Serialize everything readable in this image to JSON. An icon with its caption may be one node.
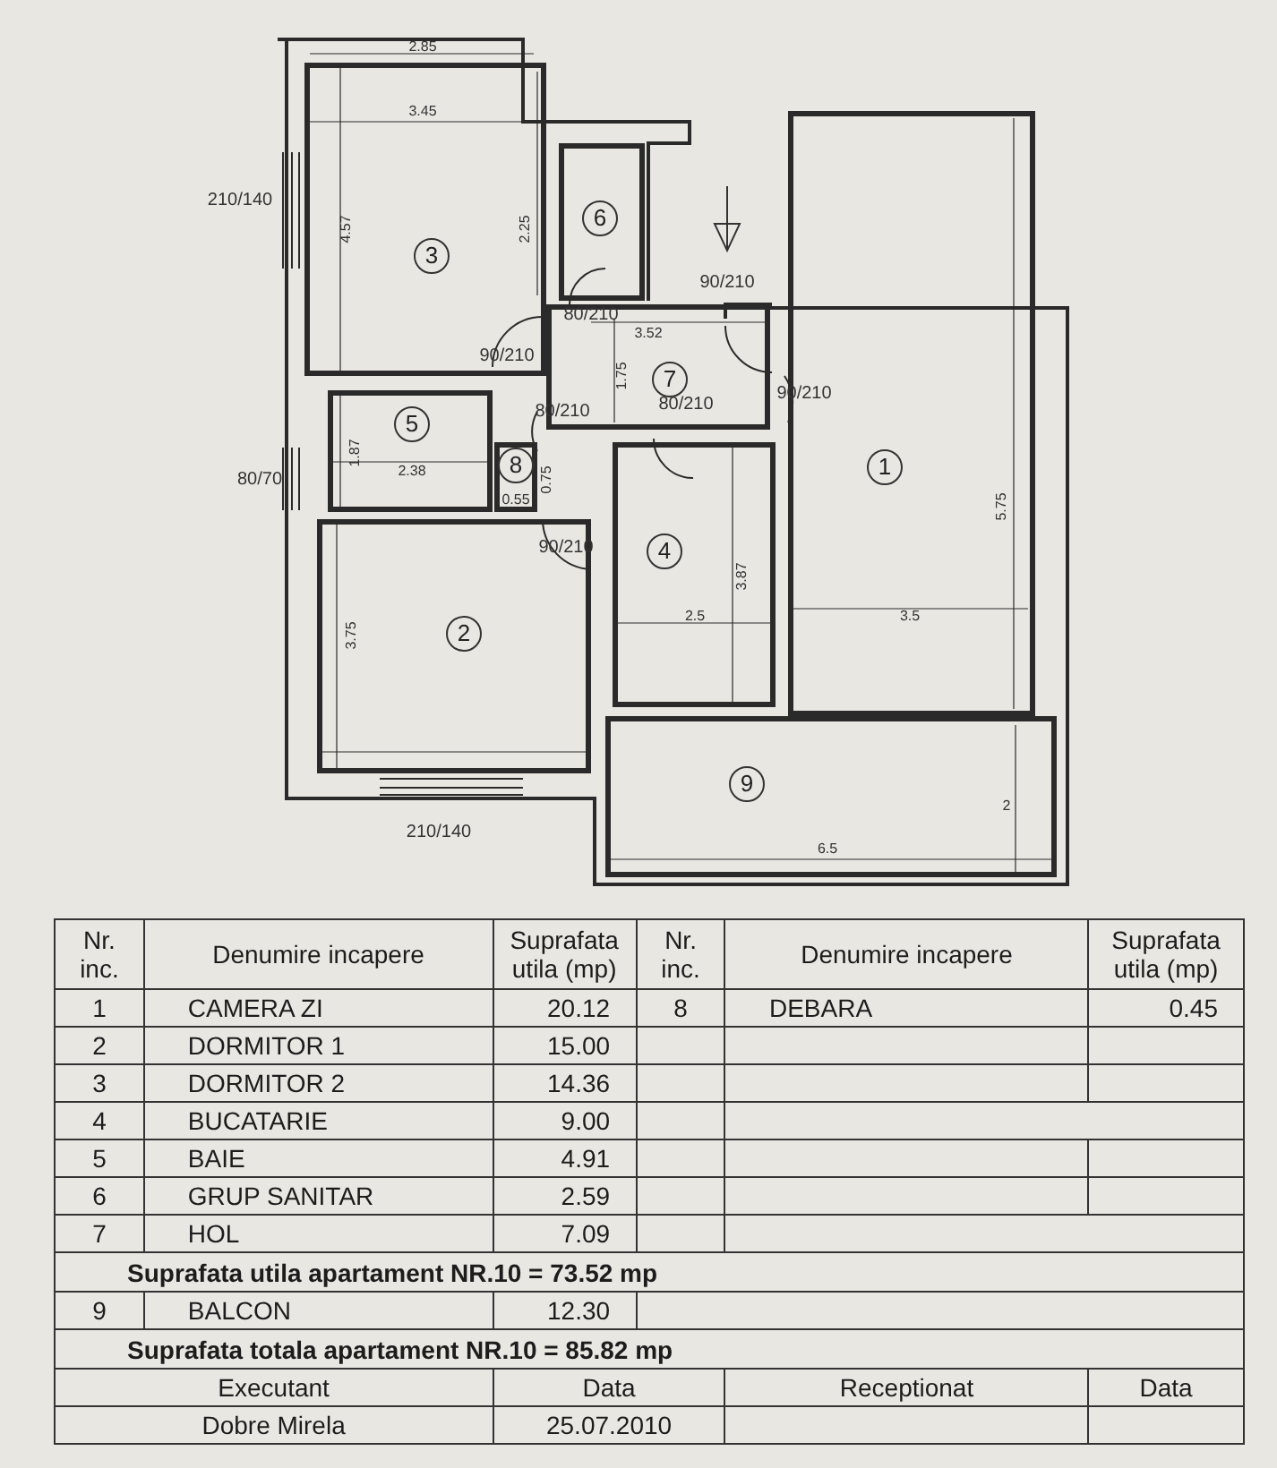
{
  "diagram": {
    "nodes": [
      {
        "text": [
          "3"
        ]
      },
      {
        "text": [
          "6"
        ]
      },
      {
        "text": [
          "7"
        ]
      },
      {
        "text": [
          "5"
        ]
      },
      {
        "text": [
          "8"
        ]
      },
      {
        "text": [
          "1"
        ]
      },
      {
        "text": [
          "4"
        ]
      },
      {
        "text": [
          "2"
        ]
      },
      {
        "text": [
          "9"
        ]
      }
    ],
    "labels": [
      "2.85",
      "210/140",
      "3.45",
      "4.57",
      "2.25",
      "80/210",
      "90/210",
      "3.52",
      "90/210",
      "1.75",
      "90/210",
      "80/210",
      "80/210",
      "1.87",
      "80/70",
      "2.38",
      "0.55",
      "0.75",
      "90/210",
      "5.75",
      "3.87",
      "2.5",
      "3.5",
      "3.75",
      "2",
      "210/140",
      "6.5",
      "Nr. inc.",
      "Denumire incapere",
      "Suprafata utila (mp)",
      "Nr. inc.",
      "Denumire incapere",
      "Suprafata utila (mp)",
      "1",
      "CAMERA ZI",
      "20.12",
      "8",
      "DEBARA",
      "0.45",
      "2",
      "DORMITOR 1",
      "15.00",
      "3",
      "DORMITOR 2",
      "14.36",
      "4",
      "BUCATARIE",
      "9.00",
      "5",
      "BAIE",
      "4.91",
      "6",
      "GRUP SANITAR",
      "2.59",
      "7",
      "HOL",
      "7.09",
      "Suprafata utila apartament NR.10 = 73.52 mp",
      "9",
      "BALCON",
      "12.30",
      "Suprafata totala apartament NR.10 = 85.82 mp",
      "Executant",
      "Data",
      "Receptionat",
      "Data",
      "Dobre Mirela",
      "25.07.2010"
    ]
  }
}
